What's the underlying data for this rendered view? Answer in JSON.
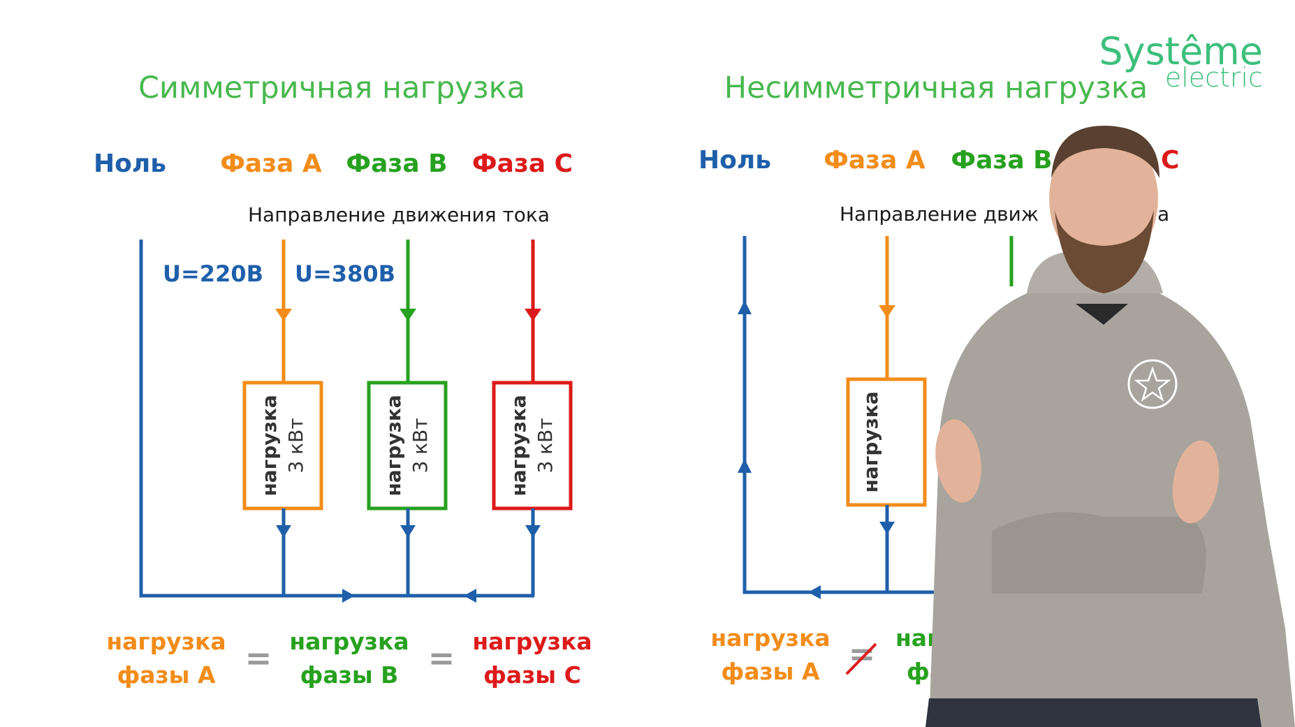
{
  "logo": {
    "brand": "Systême",
    "sub": "electric"
  },
  "colors": {
    "title_green": "#48b84e",
    "neutral_blue": "#1f5faa",
    "phase_a_orange": "#f28c1a",
    "phase_b_green": "#27a11f",
    "phase_c_red": "#dd1a1a"
  },
  "left_panel": {
    "title": "Симметричная нагрузка",
    "neutral_label": "Ноль",
    "phase_a_label": "Фаза А",
    "phase_b_label": "Фаза В",
    "phase_c_label": "Фаза С",
    "direction_label": "Направление движения тока",
    "voltage_phase": "U=220В",
    "voltage_line": "U=380В",
    "load_a": {
      "line1": "нагрузка",
      "line2": "3 кВт"
    },
    "load_b": {
      "line1": "нагрузка",
      "line2": "3 кВт"
    },
    "load_c": {
      "line1": "нагрузка",
      "line2": "3 кВт"
    },
    "eq_a": {
      "line1": "нагрузка",
      "line2": "фазы А"
    },
    "eq_b": {
      "line1": "нагрузка",
      "line2": "фазы В"
    },
    "eq_c": {
      "line1": "нагрузка",
      "line2": "фазы С"
    },
    "equals_1": "=",
    "equals_2": "="
  },
  "right_panel": {
    "title": "Несимметричная нагрузка",
    "neutral_label": "Ноль",
    "phase_a_label": "Фаза А",
    "phase_b_label": "Фаза В",
    "phase_c_label_partial": "С",
    "direction_label_left": "Направление движ",
    "direction_label_right": "а",
    "load_a": {
      "line1": "нагрузка"
    },
    "eq_a": {
      "line1": "нагрузка",
      "line2": "фазы А"
    },
    "eq_b_partial": {
      "line1": "нагр",
      "line2": "фа"
    },
    "not_equal": "="
  }
}
